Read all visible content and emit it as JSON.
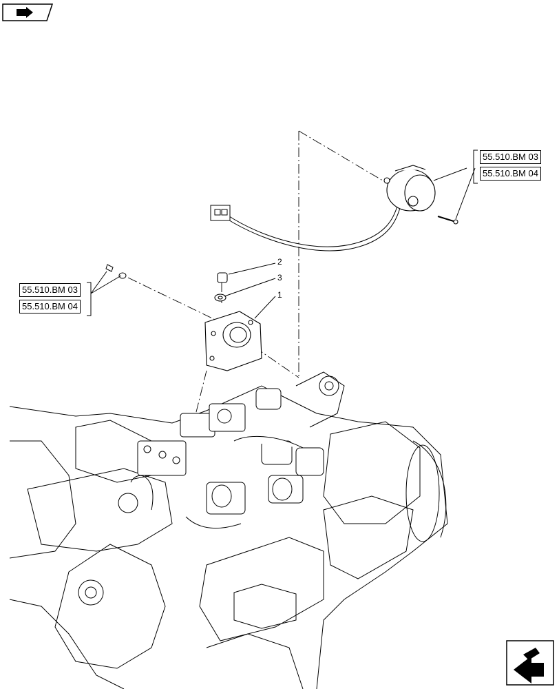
{
  "references": {
    "top_right": [
      "55.510.BM 03",
      "55.510.BM 04"
    ],
    "left": [
      "55.510.BM 03",
      "55.510.BM 04"
    ]
  },
  "callouts": [
    "2",
    "3",
    "1"
  ],
  "icons": {
    "top_left": "previous-page-icon",
    "bottom_right": "next-page-icon"
  }
}
